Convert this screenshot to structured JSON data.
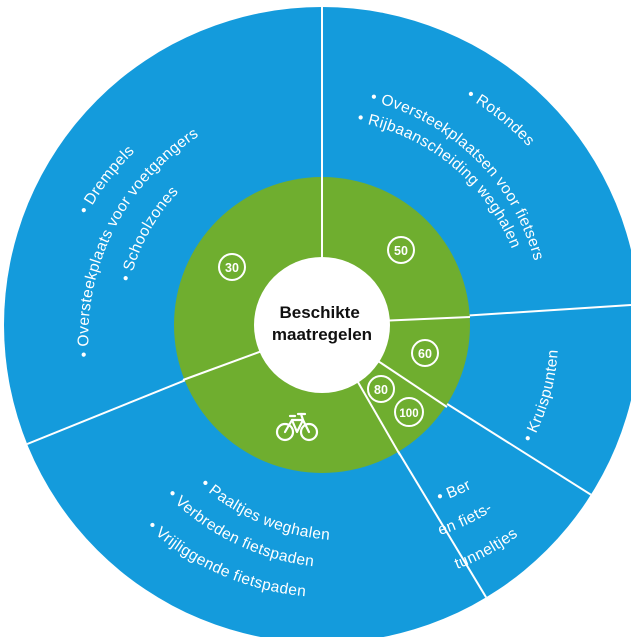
{
  "colors": {
    "outer_ring": "#149BDC",
    "inner_ring": "#6FAE2F",
    "center": "#ffffff",
    "divider": "#ffffff",
    "label": "#111111"
  },
  "center": {
    "line1": "Beschikte",
    "line2": "maatregelen"
  },
  "zones": {
    "z30": {
      "badge": "30",
      "items": [
        "• Drempels",
        "• Oversteekplaats voor voetgangers",
        "• Schoolzones"
      ]
    },
    "z50": {
      "badge": "50",
      "items": [
        "• Rotondes",
        "• Oversteekplaatsen voor fietsers",
        "• Rijbaanscheiding weghalen"
      ]
    },
    "z60": {
      "badge": "60",
      "items": [
        "• Kruispunten"
      ]
    },
    "z80_100": {
      "badge_80": "80",
      "badge_100": "100",
      "items": [
        "• Bermen",
        "en fiets-",
        "tunneltjes"
      ]
    },
    "bike": {
      "icon": "bicycle-icon",
      "items": [
        "• Paaltjes weghalen",
        "• Verbreden fietspaden",
        "• Vrijliggende fietspaden"
      ]
    }
  }
}
